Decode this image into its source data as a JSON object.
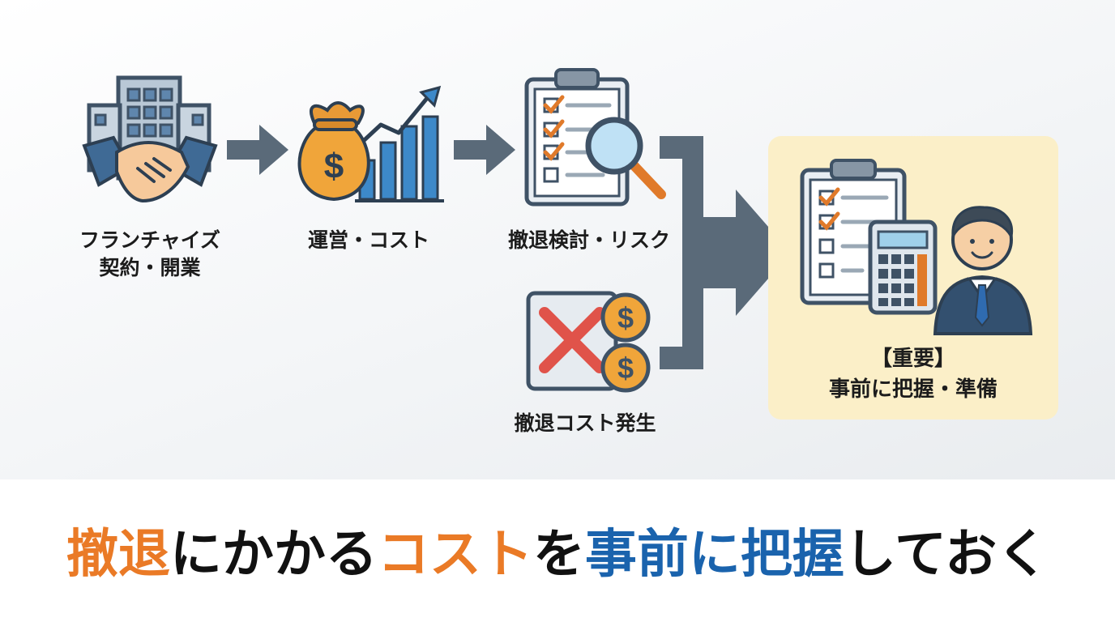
{
  "colors": {
    "navy": "#3f5266",
    "steel": "#5a6a79",
    "orange": "#ea7a26",
    "blue": "#1a63ad",
    "highlight": "#fbefc8",
    "check": "#e07a2a",
    "cross": "#e0534a",
    "coin": "#f0a53a"
  },
  "steps": [
    {
      "lines": [
        "フランチャイズ",
        "契約・開業"
      ],
      "icon": "building-handshake-icon"
    },
    {
      "lines": [
        "運営・コスト"
      ],
      "icon": "moneybag-growth-chart-icon"
    },
    {
      "lines": [
        "撤退検討・リスク"
      ],
      "icon": "checklist-magnifier-icon"
    },
    {
      "lines": [
        "撤退コスト発生"
      ],
      "icon": "cross-coins-icon"
    }
  ],
  "result": {
    "lines": [
      "【重要】",
      "事前に把握・準備"
    ],
    "icon": "checklist-calculator-businessman-icon"
  },
  "tagline": {
    "part1": "撤退",
    "part2": "にかかる",
    "part3": "コスト",
    "part4": "を",
    "part5": "事前に把握",
    "part6": "しておく"
  }
}
